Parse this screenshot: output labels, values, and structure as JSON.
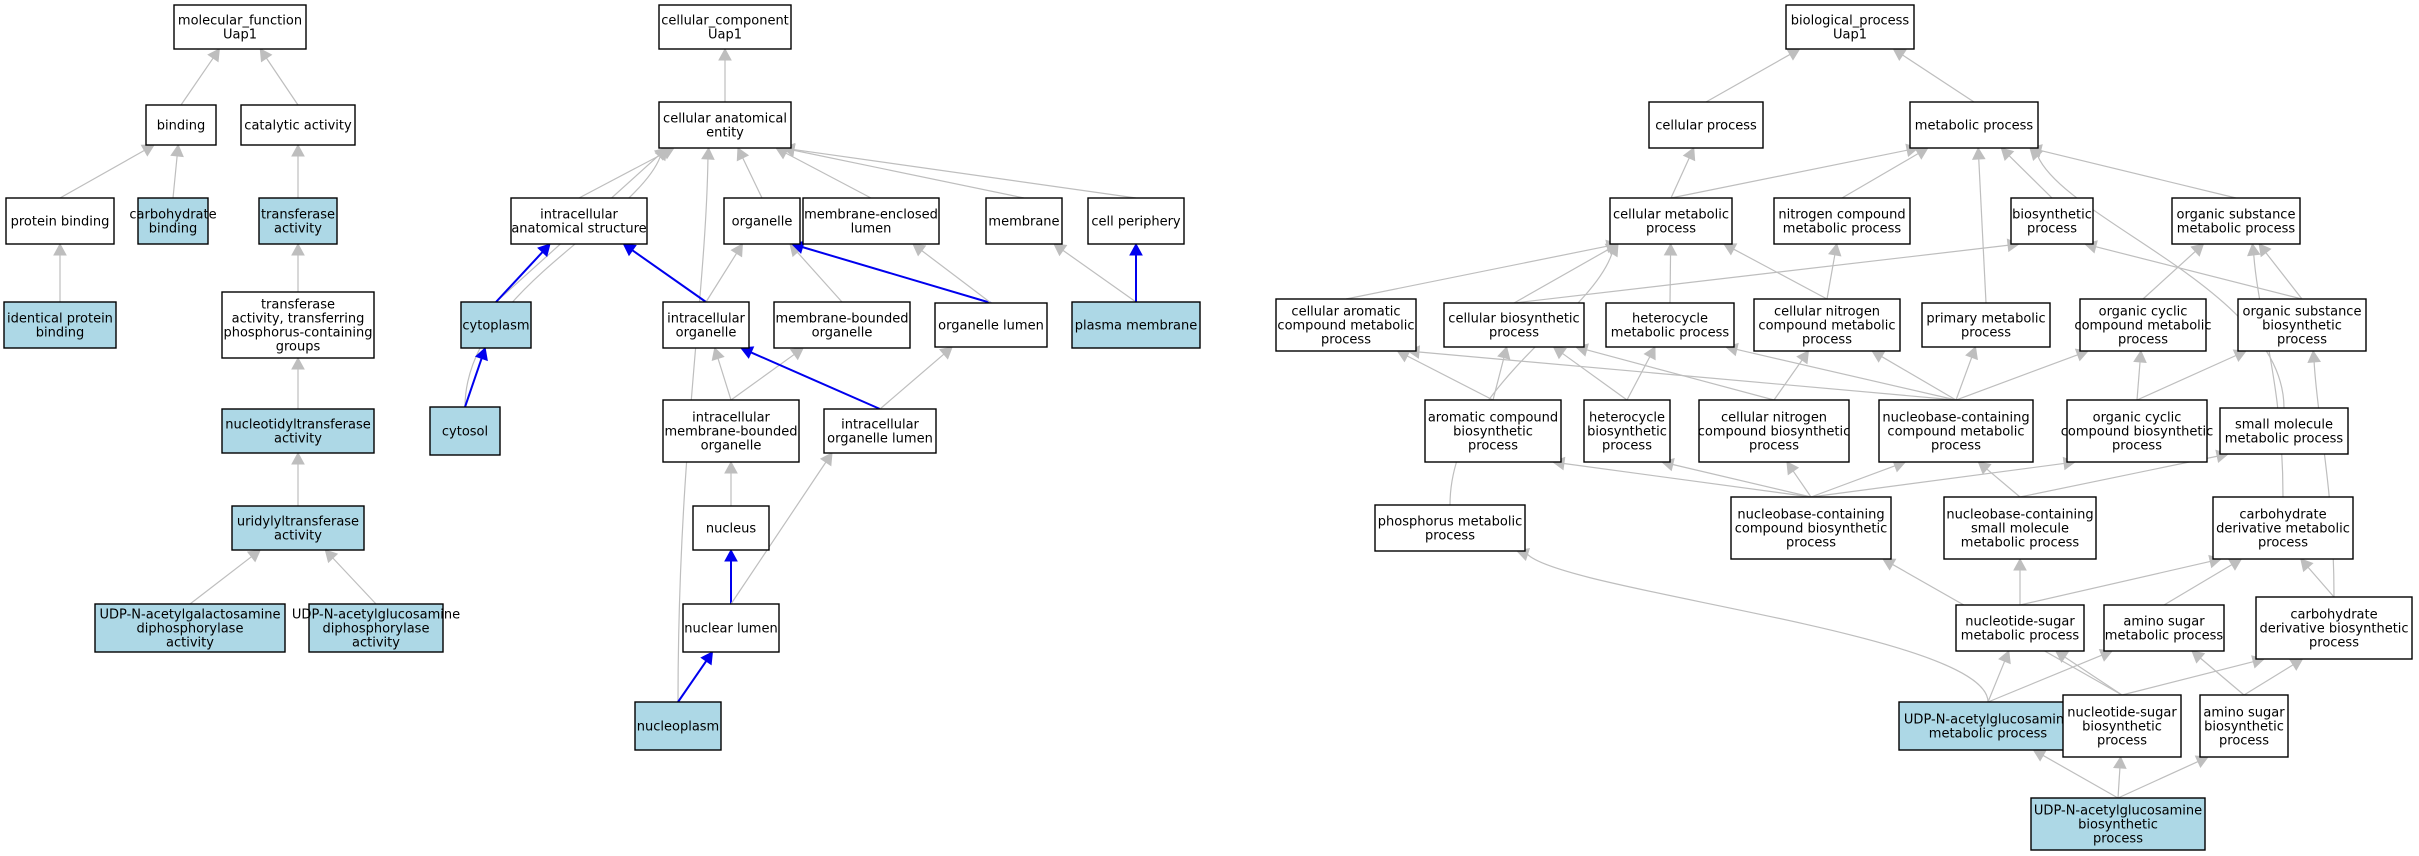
{
  "colors": {
    "highlight_fill": "#add8e6",
    "plain_fill": "#ffffff",
    "edge_gray": "#bebebe",
    "edge_blue": "#0000ee"
  },
  "nodes": [
    {
      "id": "mf",
      "lines": [
        "molecular_function",
        "Uap1"
      ],
      "hl": false
    },
    {
      "id": "binding",
      "lines": [
        "binding"
      ],
      "hl": false
    },
    {
      "id": "catalytic",
      "lines": [
        "catalytic activity"
      ],
      "hl": false
    },
    {
      "id": "protein_binding",
      "lines": [
        "protein binding"
      ],
      "hl": false
    },
    {
      "id": "carb_binding",
      "lines": [
        "carbohydrate",
        "binding"
      ],
      "hl": true
    },
    {
      "id": "transferase",
      "lines": [
        "transferase",
        "activity"
      ],
      "hl": true
    },
    {
      "id": "identical",
      "lines": [
        "identical protein",
        "binding"
      ],
      "hl": true
    },
    {
      "id": "transf_phos",
      "lines": [
        "transferase",
        "activity, transferring",
        "phosphorus-containing",
        "groups"
      ],
      "hl": false
    },
    {
      "id": "nucleotidyl",
      "lines": [
        "nucleotidyltransferase",
        "activity"
      ],
      "hl": true
    },
    {
      "id": "uridylyl",
      "lines": [
        "uridylyltransferase",
        "activity"
      ],
      "hl": true
    },
    {
      "id": "udp_galnac",
      "lines": [
        "UDP-N-acetylgalactosamine",
        "diphosphorylase",
        "activity"
      ],
      "hl": true
    },
    {
      "id": "udp_glcnac_d",
      "lines": [
        "UDP-N-acetylglucosamine",
        "diphosphorylase",
        "activity"
      ],
      "hl": true
    },
    {
      "id": "cc",
      "lines": [
        "cellular_component",
        "Uap1"
      ],
      "hl": false
    },
    {
      "id": "anat",
      "lines": [
        "cellular anatomical",
        "entity"
      ],
      "hl": false
    },
    {
      "id": "intra_anat",
      "lines": [
        "intracellular",
        "anatomical structure"
      ],
      "hl": false
    },
    {
      "id": "organelle",
      "lines": [
        "organelle"
      ],
      "hl": false
    },
    {
      "id": "mem_lumen",
      "lines": [
        "membrane-enclosed",
        "lumen"
      ],
      "hl": false
    },
    {
      "id": "membrane",
      "lines": [
        "membrane"
      ],
      "hl": false
    },
    {
      "id": "periphery",
      "lines": [
        "cell periphery"
      ],
      "hl": false
    },
    {
      "id": "cytoplasm",
      "lines": [
        "cytoplasm"
      ],
      "hl": true
    },
    {
      "id": "intra_org",
      "lines": [
        "intracellular",
        "organelle"
      ],
      "hl": false
    },
    {
      "id": "mem_org",
      "lines": [
        "membrane-bounded",
        "organelle"
      ],
      "hl": false
    },
    {
      "id": "org_lumen",
      "lines": [
        "organelle lumen"
      ],
      "hl": false
    },
    {
      "id": "plasma",
      "lines": [
        "plasma membrane"
      ],
      "hl": true
    },
    {
      "id": "cytosol",
      "lines": [
        "cytosol"
      ],
      "hl": true
    },
    {
      "id": "intra_mem_org",
      "lines": [
        "intracellular",
        "membrane-bounded",
        "organelle"
      ],
      "hl": false
    },
    {
      "id": "intra_org_lumen",
      "lines": [
        "intracellular",
        "organelle lumen"
      ],
      "hl": false
    },
    {
      "id": "nucleus",
      "lines": [
        "nucleus"
      ],
      "hl": false
    },
    {
      "id": "nuc_lumen",
      "lines": [
        "nuclear lumen"
      ],
      "hl": false
    },
    {
      "id": "nucleoplasm",
      "lines": [
        "nucleoplasm"
      ],
      "hl": true
    },
    {
      "id": "bp",
      "lines": [
        "biological_process",
        "Uap1"
      ],
      "hl": false
    },
    {
      "id": "cell_proc",
      "lines": [
        "cellular process"
      ],
      "hl": false
    },
    {
      "id": "metab",
      "lines": [
        "metabolic process"
      ],
      "hl": false
    },
    {
      "id": "cell_metab",
      "lines": [
        "cellular metabolic",
        "process"
      ],
      "hl": false
    },
    {
      "id": "nitro_metab",
      "lines": [
        "nitrogen compound",
        "metabolic process"
      ],
      "hl": false
    },
    {
      "id": "biosyn",
      "lines": [
        "biosynthetic",
        "process"
      ],
      "hl": false
    },
    {
      "id": "org_sub_metab",
      "lines": [
        "organic substance",
        "metabolic process"
      ],
      "hl": false
    },
    {
      "id": "cell_arom",
      "lines": [
        "cellular aromatic",
        "compound metabolic",
        "process"
      ],
      "hl": false
    },
    {
      "id": "cell_biosyn",
      "lines": [
        "cellular biosynthetic",
        "process"
      ],
      "hl": false
    },
    {
      "id": "hetero_metab",
      "lines": [
        "heterocycle",
        "metabolic process"
      ],
      "hl": false
    },
    {
      "id": "cell_nitro_metab",
      "lines": [
        "cellular nitrogen",
        "compound metabolic",
        "process"
      ],
      "hl": false
    },
    {
      "id": "primary",
      "lines": [
        "primary metabolic",
        "process"
      ],
      "hl": false
    },
    {
      "id": "org_cyc_metab",
      "lines": [
        "organic cyclic",
        "compound metabolic",
        "process"
      ],
      "hl": false
    },
    {
      "id": "org_sub_biosyn",
      "lines": [
        "organic substance",
        "biosynthetic",
        "process"
      ],
      "hl": false
    },
    {
      "id": "arom_biosyn",
      "lines": [
        "aromatic compound",
        "biosynthetic",
        "process"
      ],
      "hl": false
    },
    {
      "id": "hetero_biosyn",
      "lines": [
        "heterocycle",
        "biosynthetic",
        "process"
      ],
      "hl": false
    },
    {
      "id": "cell_nitro_biosyn",
      "lines": [
        "cellular nitrogen",
        "compound biosynthetic",
        "process"
      ],
      "hl": false
    },
    {
      "id": "nb_metab",
      "lines": [
        "nucleobase-containing",
        "compound metabolic",
        "process"
      ],
      "hl": false
    },
    {
      "id": "org_cyc_biosyn",
      "lines": [
        "organic cyclic",
        "compound biosynthetic",
        "process"
      ],
      "hl": false
    },
    {
      "id": "small_mol",
      "lines": [
        "small molecule",
        "metabolic process"
      ],
      "hl": false
    },
    {
      "id": "phos_metab",
      "lines": [
        "phosphorus metabolic",
        "process"
      ],
      "hl": false
    },
    {
      "id": "nb_biosyn",
      "lines": [
        "nucleobase-containing",
        "compound biosynthetic",
        "process"
      ],
      "hl": false
    },
    {
      "id": "nb_small",
      "lines": [
        "nucleobase-containing",
        "small molecule",
        "metabolic process"
      ],
      "hl": false
    },
    {
      "id": "carb_deriv_metab",
      "lines": [
        "carbohydrate",
        "derivative metabolic",
        "process"
      ],
      "hl": false
    },
    {
      "id": "nuc_sugar_metab",
      "lines": [
        "nucleotide-sugar",
        "metabolic process"
      ],
      "hl": false
    },
    {
      "id": "amino_sugar_metab",
      "lines": [
        "amino sugar",
        "metabolic process"
      ],
      "hl": false
    },
    {
      "id": "carb_deriv_biosyn",
      "lines": [
        "carbohydrate",
        "derivative biosynthetic",
        "process"
      ],
      "hl": false
    },
    {
      "id": "udp_metab",
      "lines": [
        "UDP-N-acetylglucosamine",
        "metabolic process"
      ],
      "hl": true
    },
    {
      "id": "nuc_sugar_biosyn",
      "lines": [
        "nucleotide-sugar",
        "biosynthetic",
        "process"
      ],
      "hl": false
    },
    {
      "id": "amino_sugar_biosyn",
      "lines": [
        "amino sugar",
        "biosynthetic",
        "process"
      ],
      "hl": false
    },
    {
      "id": "udp_biosyn",
      "lines": [
        "UDP-N-acetylglucosamine",
        "biosynthetic",
        "process"
      ],
      "hl": true
    }
  ],
  "edges": [
    [
      "binding",
      "mf",
      "g"
    ],
    [
      "catalytic",
      "mf",
      "g"
    ],
    [
      "protein_binding",
      "binding",
      "g"
    ],
    [
      "carb_binding",
      "binding",
      "g"
    ],
    [
      "transferase",
      "catalytic",
      "g"
    ],
    [
      "identical",
      "protein_binding",
      "g"
    ],
    [
      "transf_phos",
      "transferase",
      "g"
    ],
    [
      "nucleotidyl",
      "transf_phos",
      "g"
    ],
    [
      "uridylyl",
      "nucleotidyl",
      "g"
    ],
    [
      "udp_galnac",
      "uridylyl",
      "g"
    ],
    [
      "udp_glcnac_d",
      "uridylyl",
      "g"
    ],
    [
      "anat",
      "cc",
      "g"
    ],
    [
      "intra_anat",
      "anat",
      "g"
    ],
    [
      "organelle",
      "anat",
      "g"
    ],
    [
      "mem_lumen",
      "anat",
      "g"
    ],
    [
      "membrane",
      "anat",
      "g"
    ],
    [
      "periphery",
      "anat",
      "g"
    ],
    [
      "cytoplasm",
      "anat",
      "g"
    ],
    [
      "cytosol",
      "anat",
      "g"
    ],
    [
      "nucleoplasm",
      "anat",
      "g"
    ],
    [
      "cytoplasm",
      "intra_anat",
      "b"
    ],
    [
      "intra_org",
      "intra_anat",
      "b"
    ],
    [
      "intra_org",
      "organelle",
      "g"
    ],
    [
      "mem_org",
      "organelle",
      "g"
    ],
    [
      "org_lumen",
      "organelle",
      "b"
    ],
    [
      "org_lumen",
      "mem_lumen",
      "g"
    ],
    [
      "plasma",
      "membrane",
      "g"
    ],
    [
      "plasma",
      "periphery",
      "b"
    ],
    [
      "cytosol",
      "cytoplasm",
      "b"
    ],
    [
      "intra_mem_org",
      "intra_org",
      "g"
    ],
    [
      "intra_mem_org",
      "mem_org",
      "g"
    ],
    [
      "intra_org_lumen",
      "intra_org",
      "b"
    ],
    [
      "intra_org_lumen",
      "org_lumen",
      "g"
    ],
    [
      "nucleus",
      "intra_mem_org",
      "g"
    ],
    [
      "nuc_lumen",
      "nucleus",
      "b"
    ],
    [
      "nuc_lumen",
      "intra_org_lumen",
      "g"
    ],
    [
      "nucleoplasm",
      "nuc_lumen",
      "b"
    ],
    [
      "cell_proc",
      "bp",
      "g"
    ],
    [
      "metab",
      "bp",
      "g"
    ],
    [
      "cell_metab",
      "cell_proc",
      "g"
    ],
    [
      "cell_metab",
      "metab",
      "g"
    ],
    [
      "nitro_metab",
      "metab",
      "g"
    ],
    [
      "biosyn",
      "metab",
      "g"
    ],
    [
      "org_sub_metab",
      "metab",
      "g"
    ],
    [
      "primary",
      "metab",
      "g"
    ],
    [
      "small_mol",
      "metab",
      "g"
    ],
    [
      "cell_arom",
      "cell_metab",
      "g"
    ],
    [
      "cell_biosyn",
      "cell_metab",
      "g"
    ],
    [
      "hetero_metab",
      "cell_metab",
      "g"
    ],
    [
      "cell_nitro_metab",
      "cell_metab",
      "g"
    ],
    [
      "phos_metab",
      "cell_metab",
      "g"
    ],
    [
      "cell_biosyn",
      "biosyn",
      "g"
    ],
    [
      "cell_nitro_metab",
      "nitro_metab",
      "g"
    ],
    [
      "org_cyc_metab",
      "org_sub_metab",
      "g"
    ],
    [
      "org_sub_biosyn",
      "org_sub_metab",
      "g"
    ],
    [
      "org_sub_biosyn",
      "biosyn",
      "g"
    ],
    [
      "carb_deriv_metab",
      "org_sub_metab",
      "g"
    ],
    [
      "arom_biosyn",
      "cell_arom",
      "g"
    ],
    [
      "arom_biosyn",
      "cell_biosyn",
      "g"
    ],
    [
      "hetero_biosyn",
      "cell_biosyn",
      "g"
    ],
    [
      "hetero_biosyn",
      "hetero_metab",
      "g"
    ],
    [
      "cell_nitro_biosyn",
      "cell_biosyn",
      "g"
    ],
    [
      "cell_nitro_biosyn",
      "cell_nitro_metab",
      "g"
    ],
    [
      "nb_metab",
      "cell_arom",
      "g"
    ],
    [
      "nb_metab",
      "hetero_metab",
      "g"
    ],
    [
      "nb_metab",
      "cell_nitro_metab",
      "g"
    ],
    [
      "nb_metab",
      "primary",
      "g"
    ],
    [
      "nb_metab",
      "org_cyc_metab",
      "g"
    ],
    [
      "org_cyc_biosyn",
      "org_cyc_metab",
      "g"
    ],
    [
      "org_cyc_biosyn",
      "org_sub_biosyn",
      "g"
    ],
    [
      "nb_biosyn",
      "arom_biosyn",
      "g"
    ],
    [
      "nb_biosyn",
      "hetero_biosyn",
      "g"
    ],
    [
      "nb_biosyn",
      "cell_nitro_biosyn",
      "g"
    ],
    [
      "nb_biosyn",
      "nb_metab",
      "g"
    ],
    [
      "nb_biosyn",
      "org_cyc_biosyn",
      "g"
    ],
    [
      "nb_small",
      "nb_metab",
      "g"
    ],
    [
      "nb_small",
      "small_mol",
      "g"
    ],
    [
      "nuc_sugar_metab",
      "nb_small",
      "g"
    ],
    [
      "nuc_sugar_metab",
      "carb_deriv_metab",
      "g"
    ],
    [
      "amino_sugar_metab",
      "carb_deriv_metab",
      "g"
    ],
    [
      "carb_deriv_biosyn",
      "carb_deriv_metab",
      "g"
    ],
    [
      "carb_deriv_biosyn",
      "org_sub_biosyn",
      "g"
    ],
    [
      "udp_metab",
      "nuc_sugar_metab",
      "g"
    ],
    [
      "udp_metab",
      "amino_sugar_metab",
      "g"
    ],
    [
      "udp_metab",
      "phos_metab",
      "g"
    ],
    [
      "nuc_sugar_biosyn",
      "nuc_sugar_metab",
      "g"
    ],
    [
      "nuc_sugar_biosyn",
      "carb_deriv_biosyn",
      "g"
    ],
    [
      "nuc_sugar_biosyn",
      "nb_biosyn",
      "g"
    ],
    [
      "amino_sugar_biosyn",
      "amino_sugar_metab",
      "g"
    ],
    [
      "amino_sugar_biosyn",
      "carb_deriv_biosyn",
      "g"
    ],
    [
      "udp_biosyn",
      "udp_metab",
      "g"
    ],
    [
      "udp_biosyn",
      "nuc_sugar_biosyn",
      "g"
    ],
    [
      "udp_biosyn",
      "amino_sugar_biosyn",
      "g"
    ]
  ]
}
